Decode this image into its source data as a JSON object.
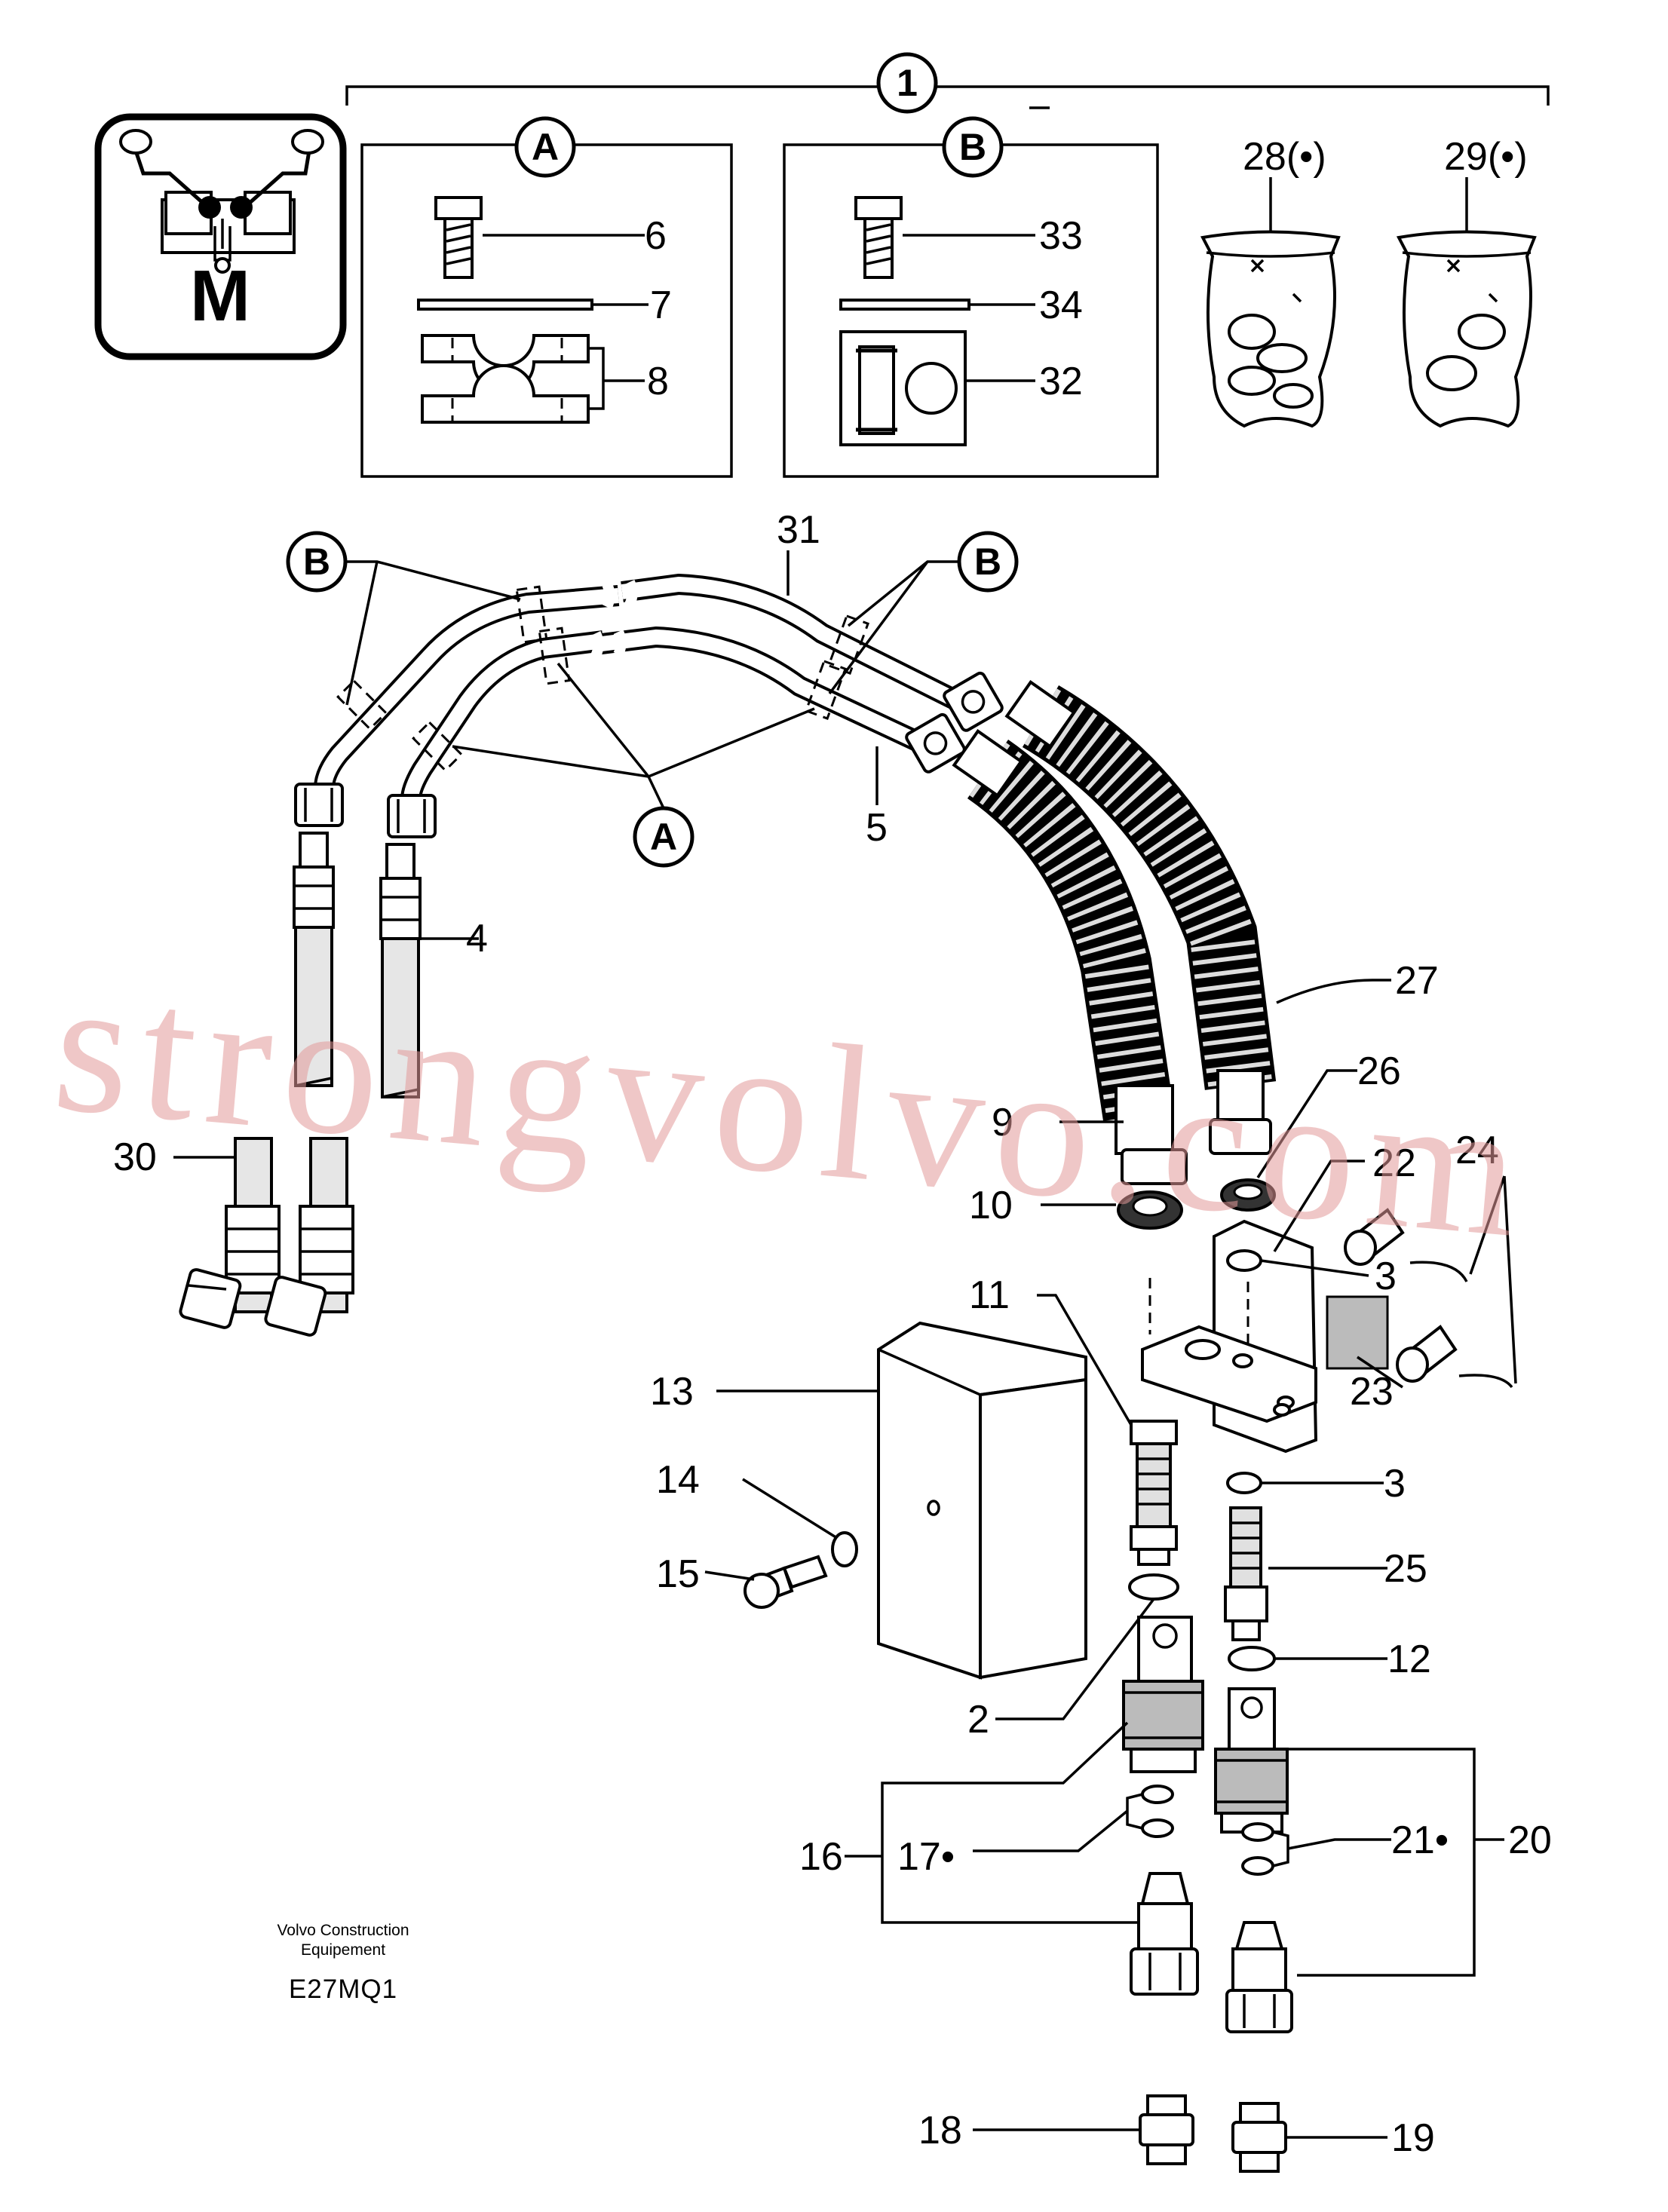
{
  "watermark": "strongvolvo.com",
  "badge": {
    "letter": "M"
  },
  "groups": {
    "top": "1",
    "kitA": "A",
    "kitB": "B",
    "callout_b_left": "B",
    "callout_b_right": "B",
    "callout_a": "A"
  },
  "labels": {
    "l6": "6",
    "l7": "7",
    "l8": "8",
    "l33": "33",
    "l34": "34",
    "l32": "32",
    "l28": "28(•)",
    "l29": "29(•)",
    "l31": "31",
    "l5": "5",
    "l4": "4",
    "l27": "27",
    "l26": "26",
    "l22": "22",
    "l24": "24",
    "l9": "9",
    "l30": "30",
    "l10": "10",
    "l3a": "3",
    "l11": "11",
    "l23": "23",
    "l13": "13",
    "l3b": "3",
    "l14": "14",
    "l15": "15",
    "l25": "25",
    "l12": "12",
    "l2": "2",
    "l16": "16",
    "l17": "17•",
    "l21": "21•",
    "l20": "20",
    "l18": "18",
    "l19": "19"
  },
  "footer": {
    "company_line1": "Volvo Construction",
    "company_line2": "Equipement",
    "code": "E27MQ1"
  }
}
